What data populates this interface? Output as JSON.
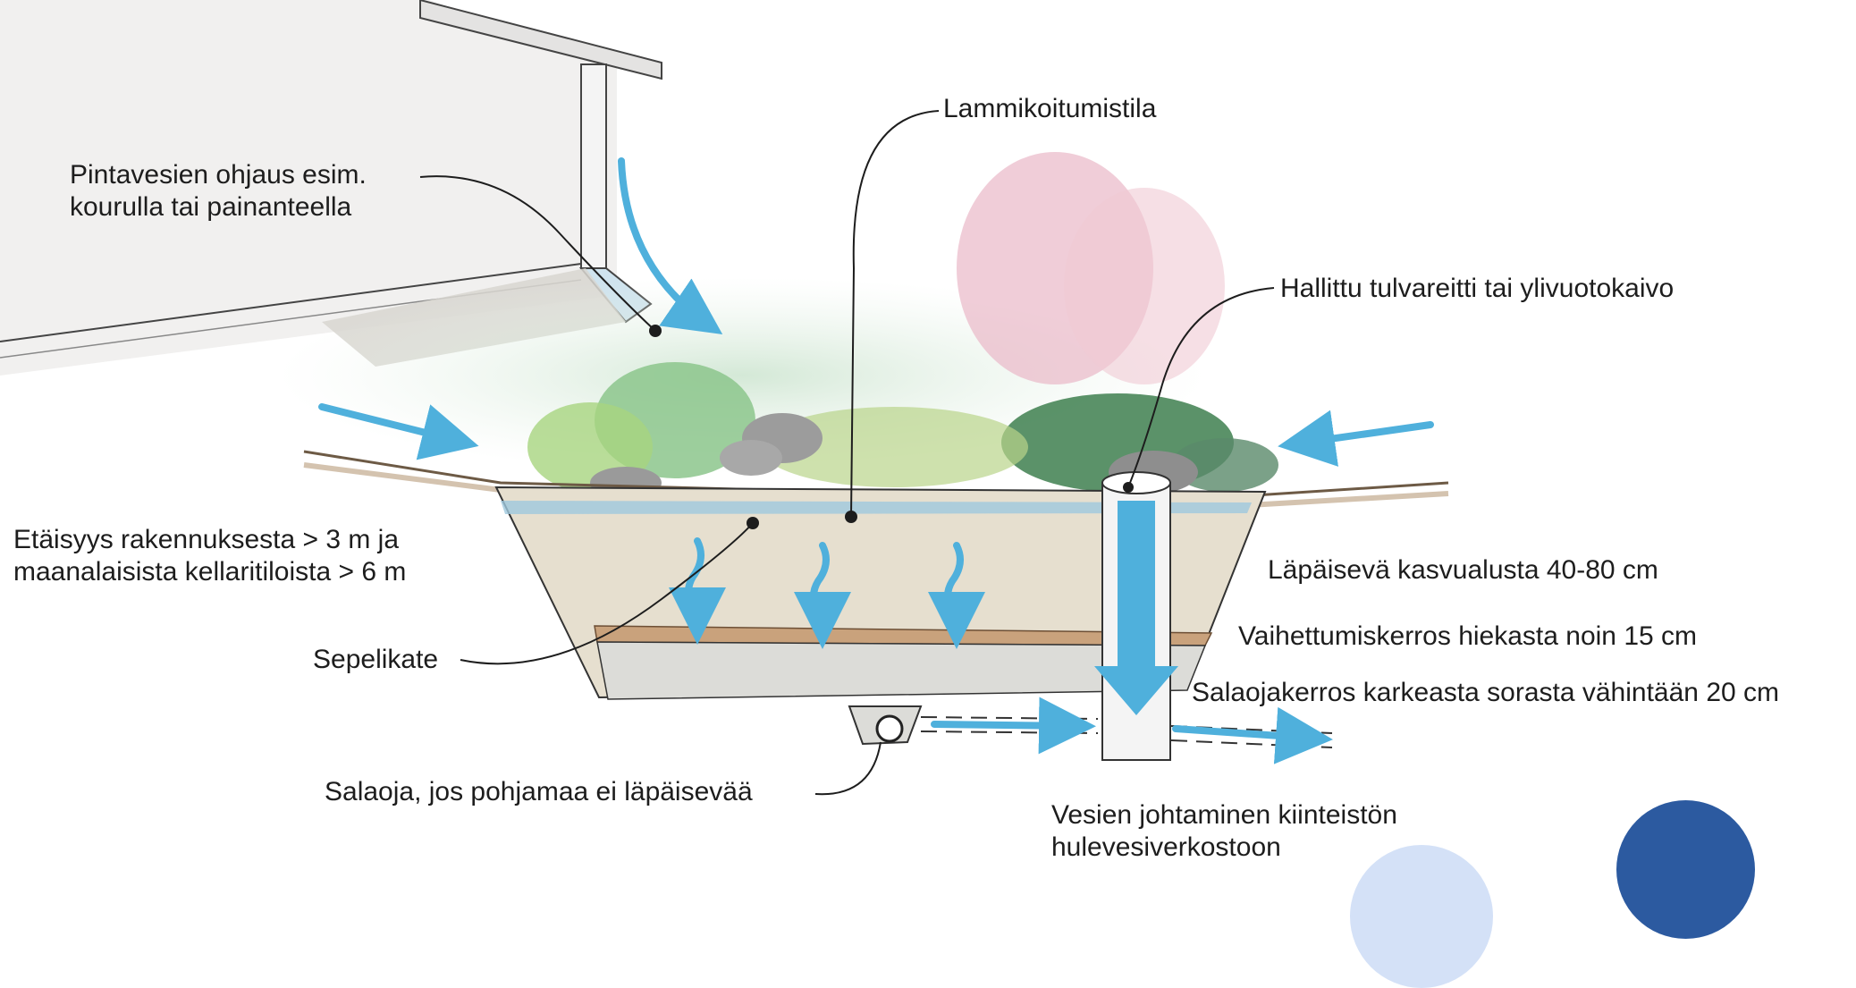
{
  "labels": {
    "surface_water": [
      "Pintavesien ohjaus esim.",
      "kourulla tai painanteella"
    ],
    "ponding": "Lammikoitumistila",
    "overflow": "Hallittu tulvareitti tai ylivuotokaivo",
    "distance": [
      "Etäisyys rakennuksesta > 3 m ja",
      "maanalaisista kellaritiloista > 6 m"
    ],
    "growing_medium": "Läpäisevä kasvualusta 40-80 cm",
    "transition_layer": "Vaihettumiskerros hiekasta noin 15 cm",
    "gravel_cover": "Sepelikate",
    "drainage_layer": "Salaojakerros karkeasta sorasta vähintään 20 cm",
    "drain_pipe": "Salaoja, jos pohjamaa ei läpäisevää",
    "stormwater": [
      "Vesien johtaminen kiinteistön",
      "hulevesiverkostoon"
    ]
  },
  "colors": {
    "water_arrow": "#4fb0dc",
    "soil": "#e6dfcf",
    "sand_band": "#c9a27c",
    "gravel": "#dcdcd8",
    "vegetation": "#8cc58c",
    "pink_tree": "#eab8c8",
    "deco_dark_circle": "#2c5aa0",
    "deco_light_circle": "#d4e1f7"
  }
}
